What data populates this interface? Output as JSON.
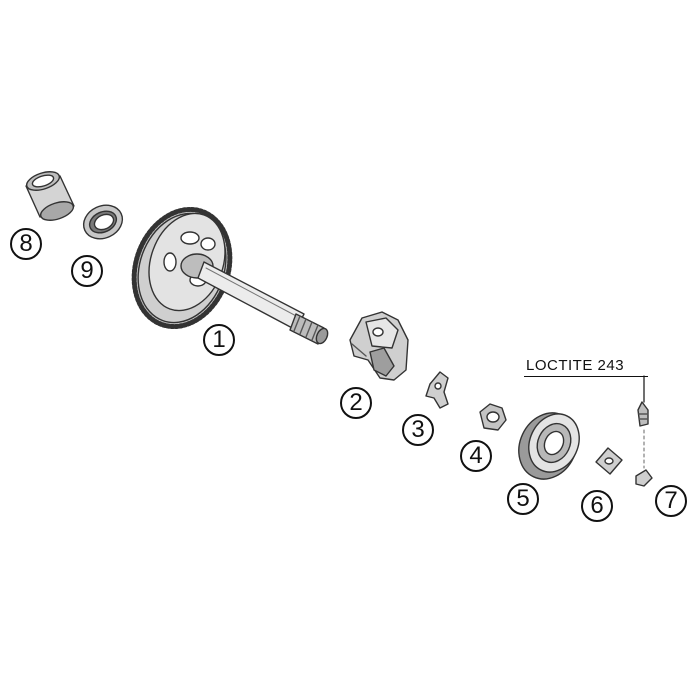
{
  "callouts": [
    {
      "id": "1",
      "label": "1"
    },
    {
      "id": "2",
      "label": "2"
    },
    {
      "id": "3",
      "label": "3"
    },
    {
      "id": "4",
      "label": "4"
    },
    {
      "id": "5",
      "label": "5"
    },
    {
      "id": "6",
      "label": "6"
    },
    {
      "id": "7",
      "label": "7"
    },
    {
      "id": "8",
      "label": "8"
    },
    {
      "id": "9",
      "label": "9"
    }
  ],
  "note": {
    "text": "LOCTITE 243"
  }
}
